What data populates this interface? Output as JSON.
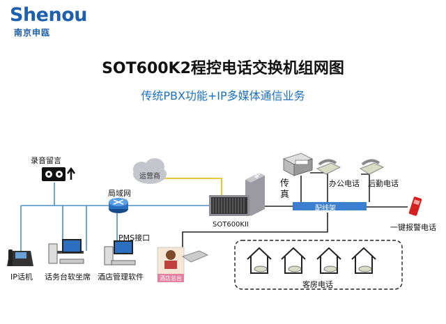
{
  "brand": {
    "name": "Shenou",
    "chinese": "南京申瓯"
  },
  "title": "SOT600K2程控电话交换机组网图",
  "subtitle": "传统PBX功能+IP多媒体通信业务",
  "nodes": {
    "recorder": "录音留言",
    "lan": "局域网",
    "carrier": "运营商",
    "pms": "PMS接口",
    "switch": "SOT600KII",
    "switch_logo": "Nafu",
    "fax": "传真",
    "office_phone": "办公电话",
    "logistics_phone": "后勤电话",
    "distribution_frame": "配线架",
    "alarm_phone": "一键报警电话",
    "ip_phone": "IP话机",
    "operator_console": "话务台软坐席",
    "hotel_software": "酒店管理软件",
    "front_desk": "酒店总台",
    "guest_phone": "客房电话"
  },
  "colors": {
    "line_blue": "#4a90c8",
    "line_yellow": "#e8b400",
    "frame": "#3b7fd0",
    "brand": "#1e5fae"
  }
}
